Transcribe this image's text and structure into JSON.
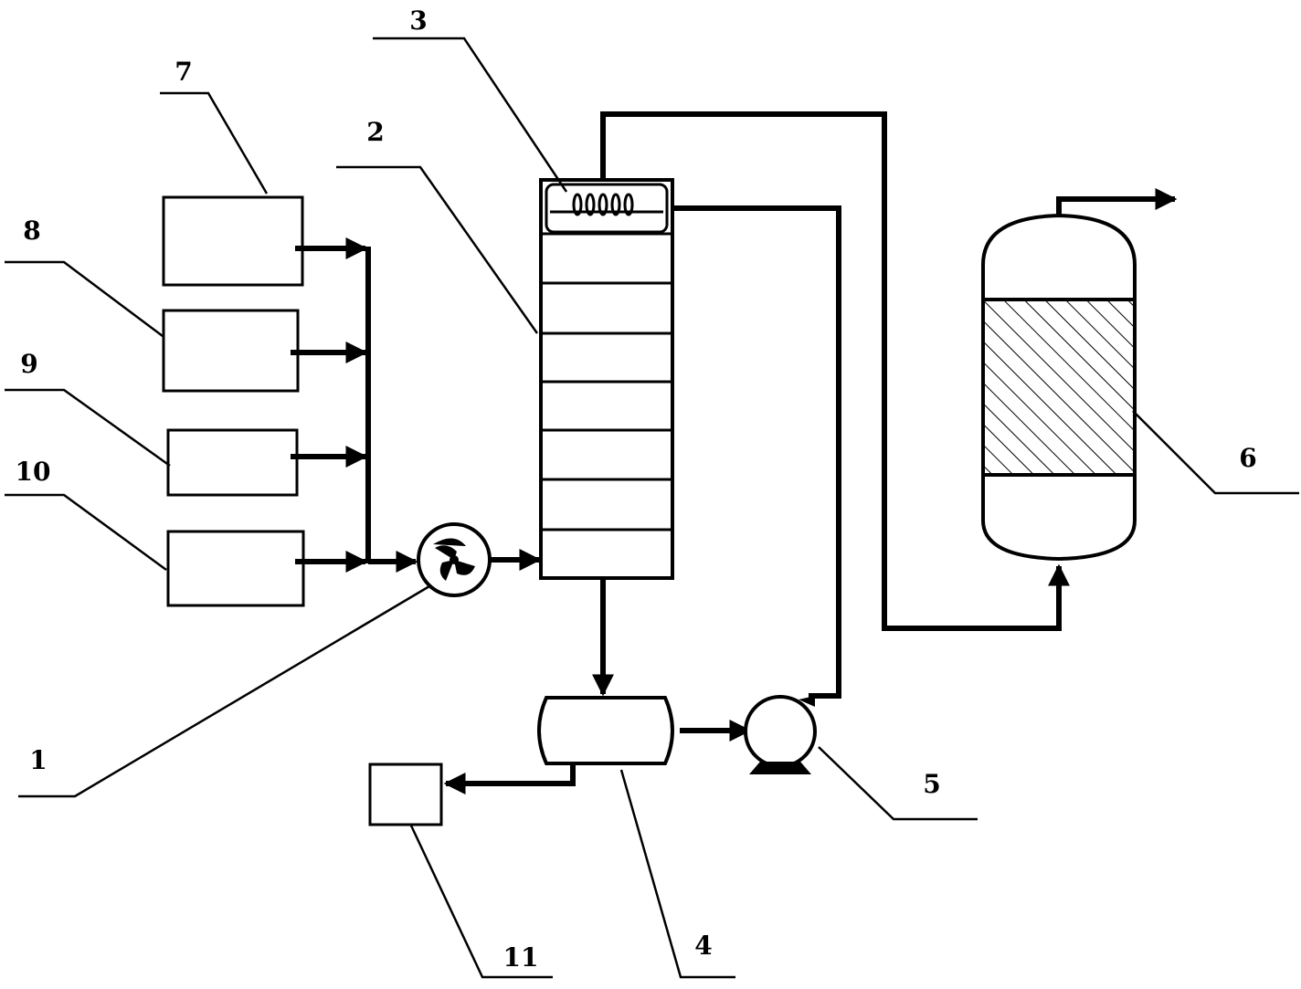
{
  "labels": {
    "l1": "1",
    "l2": "2",
    "l3": "3",
    "l4": "4",
    "l5": "5",
    "l6": "6",
    "l7": "7",
    "l8": "8",
    "l9": "9",
    "l10": "10",
    "l11": "11"
  },
  "icons": {
    "fan": "fan-icon",
    "pump": "centrifugal-pump-icon",
    "heater": "heating-coil-icon"
  }
}
